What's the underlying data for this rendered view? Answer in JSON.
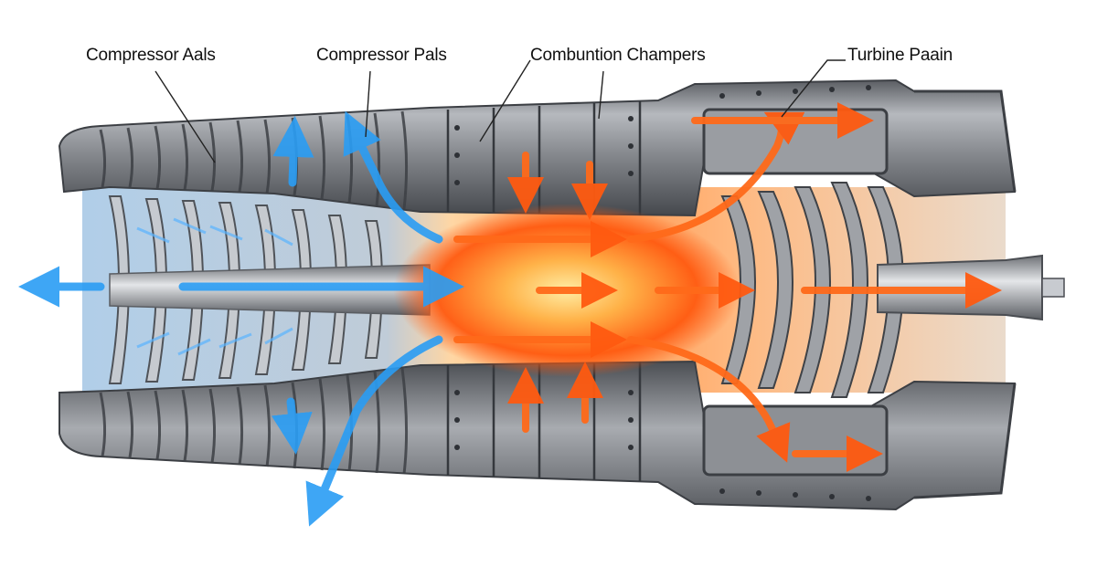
{
  "labels": {
    "compressor_axis": "Compressor Aals",
    "compressor_parts": "Compressor Pals",
    "combustion": "Combuntion Champers",
    "turbine": "Turbine Paain"
  },
  "colors": {
    "casing": "#8d9095",
    "casing_dark": "#4c4f54",
    "casing_light": "#c9ccd0",
    "cold_air": "#2a9df4",
    "hot_gas": "#ff6a1a",
    "flame": "#ffb347",
    "leader_line": "#222222"
  }
}
